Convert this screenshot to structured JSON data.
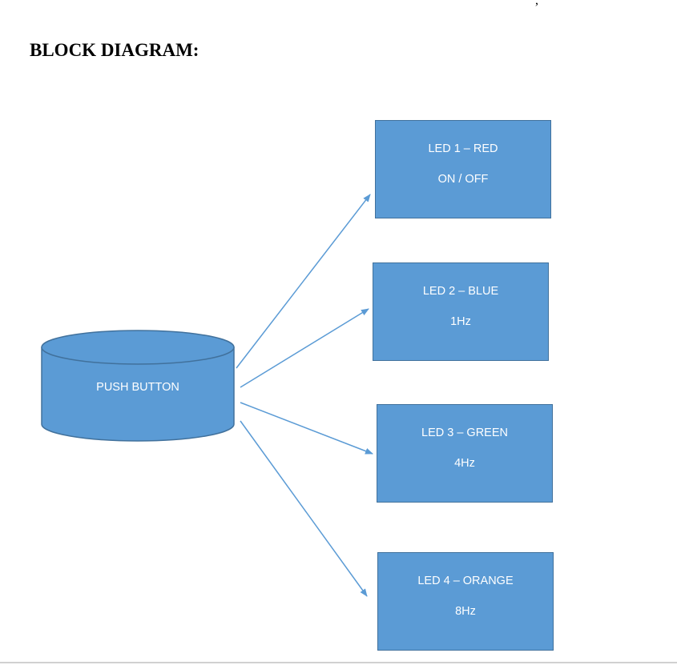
{
  "heading": "BLOCK DIAGRAM:",
  "source": {
    "label": "PUSH BUTTON",
    "shape": "cylinder"
  },
  "outputs": [
    {
      "name": "LED 1 – RED",
      "mode": "ON / OFF"
    },
    {
      "name": "LED 2 – BLUE",
      "mode": "1Hz"
    },
    {
      "name": "LED 3 – GREEN",
      "mode": "4Hz"
    },
    {
      "name": "LED 4 – ORANGE",
      "mode": "8Hz"
    }
  ],
  "colors": {
    "fill": "#5b9bd5",
    "stroke": "#41719c",
    "arrow": "#5b9bd5",
    "text_on_shape": "#ffffff"
  }
}
